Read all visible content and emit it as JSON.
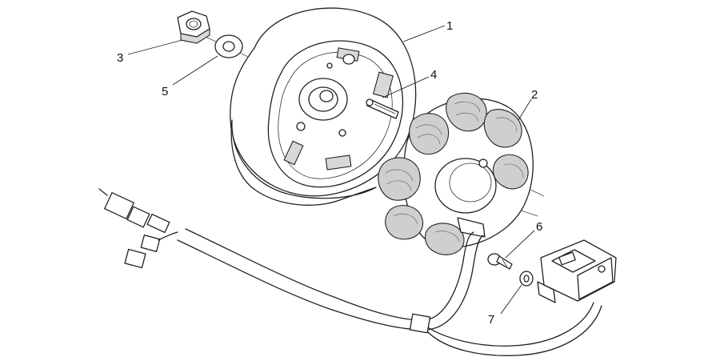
{
  "callouts": [
    {
      "id": "c1",
      "label": "1"
    },
    {
      "id": "c2",
      "label": "2"
    },
    {
      "id": "c3",
      "label": "3"
    },
    {
      "id": "c4",
      "label": "4"
    },
    {
      "id": "c5",
      "label": "5"
    },
    {
      "id": "c6",
      "label": "6"
    },
    {
      "id": "c7",
      "label": "7"
    }
  ]
}
